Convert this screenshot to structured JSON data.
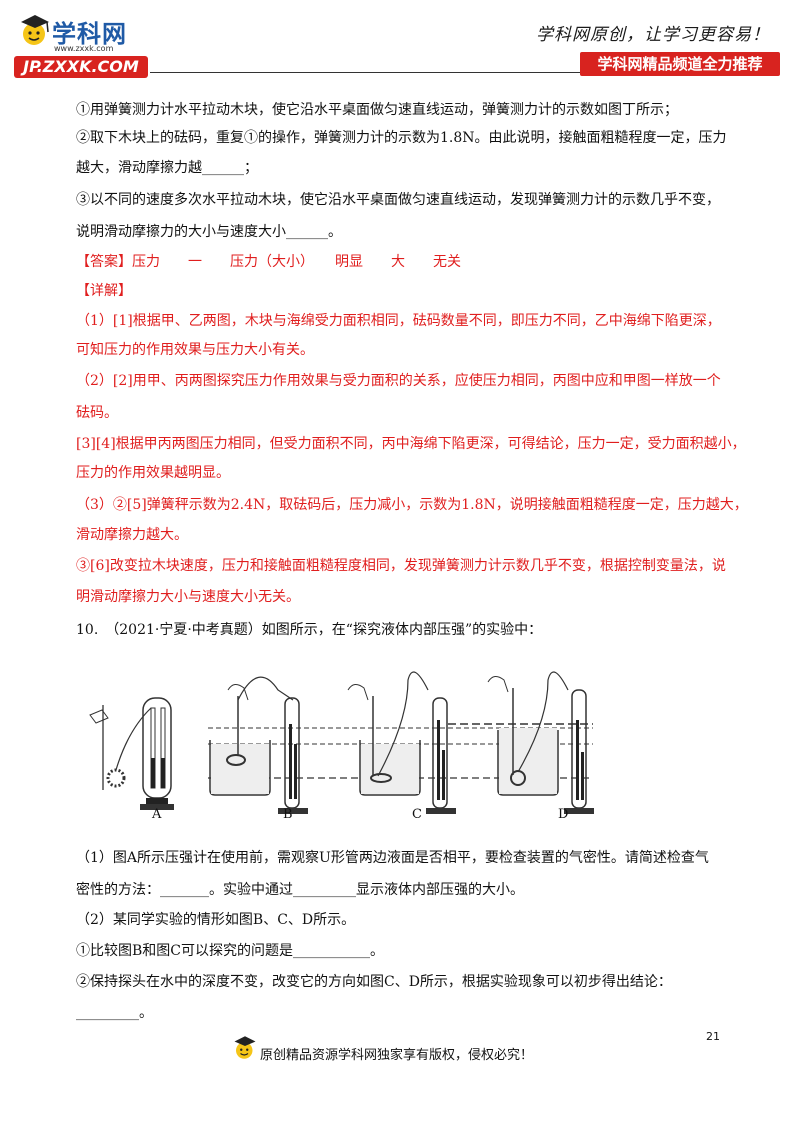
{
  "header": {
    "logo_text": "学科网",
    "logo_url": "www.zxxk.com",
    "jp_badge": "JP.ZXXK.COM",
    "slogan": "学科网原创，让学习更容易！",
    "channel_badge": "学科网精品频道全力推荐"
  },
  "body": {
    "lines": [
      "①用弹簧测力计水平拉动木块，使它沿水平桌面做匀速直线运动，弹簧测力计的示数如图丁所示；",
      "②取下木块上的砝码，重复①的操作，弹簧测力计的示数为1.8N。由此说明，接触面粗糙程度一定，压力",
      "越大，滑动摩擦力越______；",
      "③以不同的速度多次水平拉动木块，使它沿水平桌面做匀速直线运动，发现弹簧测力计的示数几乎不变，",
      "说明滑动摩擦力的大小与速度大小______。"
    ],
    "answer_line": "【答案】压力　　一　　压力（大小）　　明显　　大　　无关",
    "detail_label": "【详解】",
    "detail_lines": [
      "（1）[1]根据甲、乙两图，木块与海绵受力面积相同，砝码数量不同，即压力不同，乙中海绵下陷更深，",
      "可知压力的作用效果与压力大小有关。",
      "（2）[2]用甲、丙两图探究压力作用效果与受力面积的关系，应使压力相同，丙图中应和甲图一样放一个",
      "砝码。",
      "[3][4]根据甲丙两图压力相同，但受力面积不同，丙中海绵下陷更深，可得结论，压力一定，受力面积越小，",
      "压力的作用效果越明显。",
      "（3）②[5]弹簧秤示数为2.4N，取砝码后，压力减小，示数为1.8N，说明接触面粗糙程度一定，压力越大，",
      "滑动摩擦力越大。",
      "③[6]改变拉木块速度，压力和接触面粗糙程度相同，发现弹簧测力计示数几乎不变，根据控制变量法，说",
      "明滑动摩擦力大小与速度大小无关。"
    ],
    "question": "10.　（2021·宁夏·中考真题）如图所示，在“探究液体内部压强”的实验中：",
    "figure_labels": [
      "A",
      "B",
      "C",
      "D"
    ],
    "after_lines": [
      "（1）图A所示压强计在使用前，需观察U形管两边液面是否相平，要检查装置的气密性。请简述检查气",
      "密性的方法：_______。实验中通过_________显示液体内部压强的大小。",
      "（2）某同学实验的情形如图B、C、D所示。",
      "①比较图B和图C可以探究的问题是___________。",
      "②保持探头在水中的深度不变，改变它的方向如图C、D所示，根据实验现象可以初步得出结论：",
      "_________。"
    ]
  },
  "footer": {
    "page_number": "21",
    "copyright": "原创精品资源学科网独家享有版权，侵权必究！"
  },
  "colors": {
    "accent_red": "#d8231f",
    "answer_red": "#e01e1e",
    "logo_blue": "#1f5aa6"
  }
}
